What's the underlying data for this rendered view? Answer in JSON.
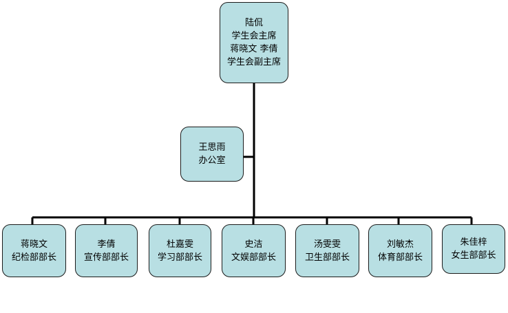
{
  "colors": {
    "node_fill": "#b8dfe3",
    "node_border": "#1a1a1a",
    "connector": "#000000"
  },
  "org_chart": {
    "president": {
      "lines": [
        "陆侃",
        "学生会主席",
        "蒋晓文  李倩",
        "学生会副主席"
      ]
    },
    "office": {
      "lines": [
        "王思雨",
        "办公室"
      ]
    },
    "departments": [
      {
        "lines": [
          "蒋晓文",
          "纪检部部长"
        ]
      },
      {
        "lines": [
          "李倩",
          "宣传部部长"
        ]
      },
      {
        "lines": [
          "杜嘉雯",
          "学习部部长"
        ]
      },
      {
        "lines": [
          "史洁",
          "文娱部部长"
        ]
      },
      {
        "lines": [
          "汤雯雯",
          "卫生部部长"
        ]
      },
      {
        "lines": [
          "刘敏杰",
          "体育部部长"
        ]
      },
      {
        "lines": [
          "朱佳梓",
          "女生部部长"
        ]
      }
    ]
  }
}
